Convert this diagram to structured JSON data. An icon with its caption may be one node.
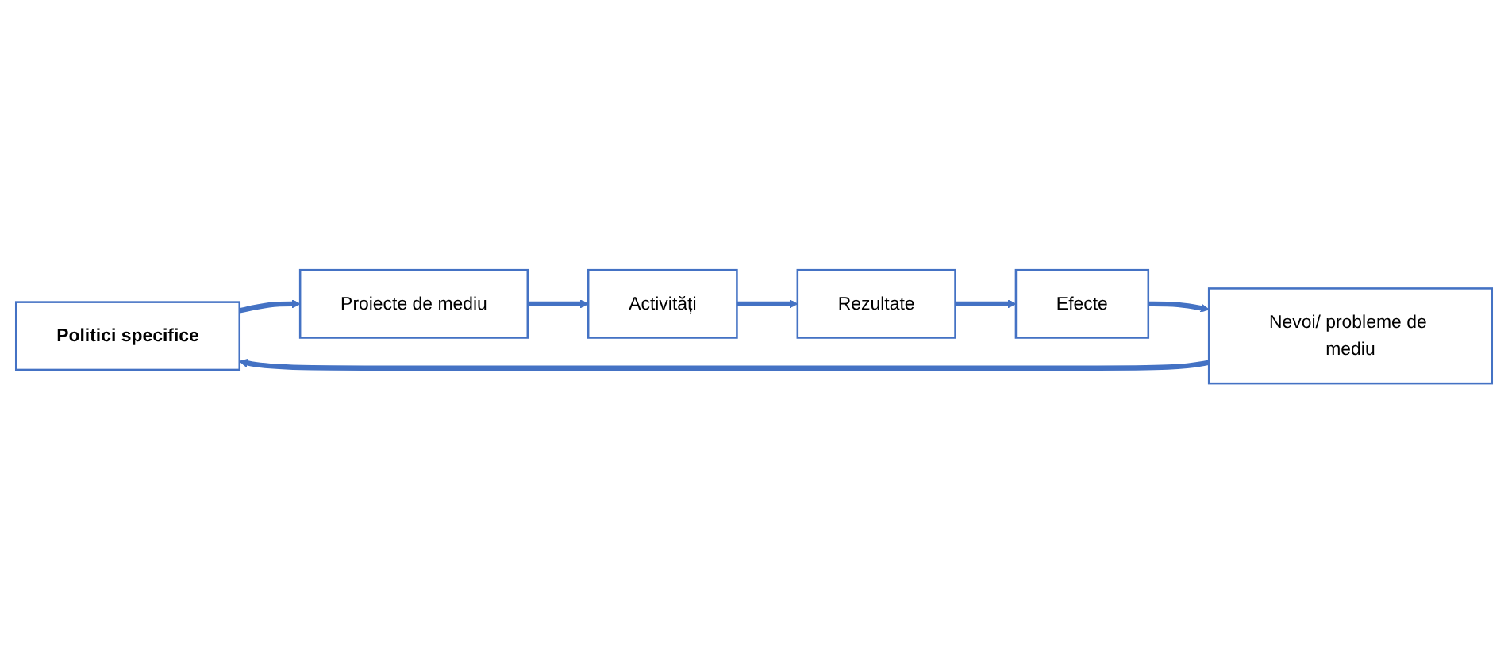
{
  "diagram": {
    "nodes": [
      {
        "text": [
          "Politici specifice"
        ]
      },
      {
        "text": [
          "Proiecte de mediu"
        ]
      },
      {
        "text": [
          "Activități"
        ]
      },
      {
        "text": [
          "Rezultate"
        ]
      },
      {
        "text": [
          "Efecte"
        ]
      },
      {
        "text": [
          "Nevoi/ probleme de mediu"
        ]
      }
    ],
    "edges": [
      {
        "from": 0,
        "to": 1,
        "arrow": "to"
      },
      {
        "from": 1,
        "to": 2,
        "arrow": "to"
      },
      {
        "from": 2,
        "to": 3,
        "arrow": "to"
      },
      {
        "from": 3,
        "to": 4,
        "arrow": "to"
      },
      {
        "from": 4,
        "to": 5,
        "arrow": "to"
      },
      {
        "from": 5,
        "to": 0,
        "arrow": "to"
      }
    ]
  }
}
